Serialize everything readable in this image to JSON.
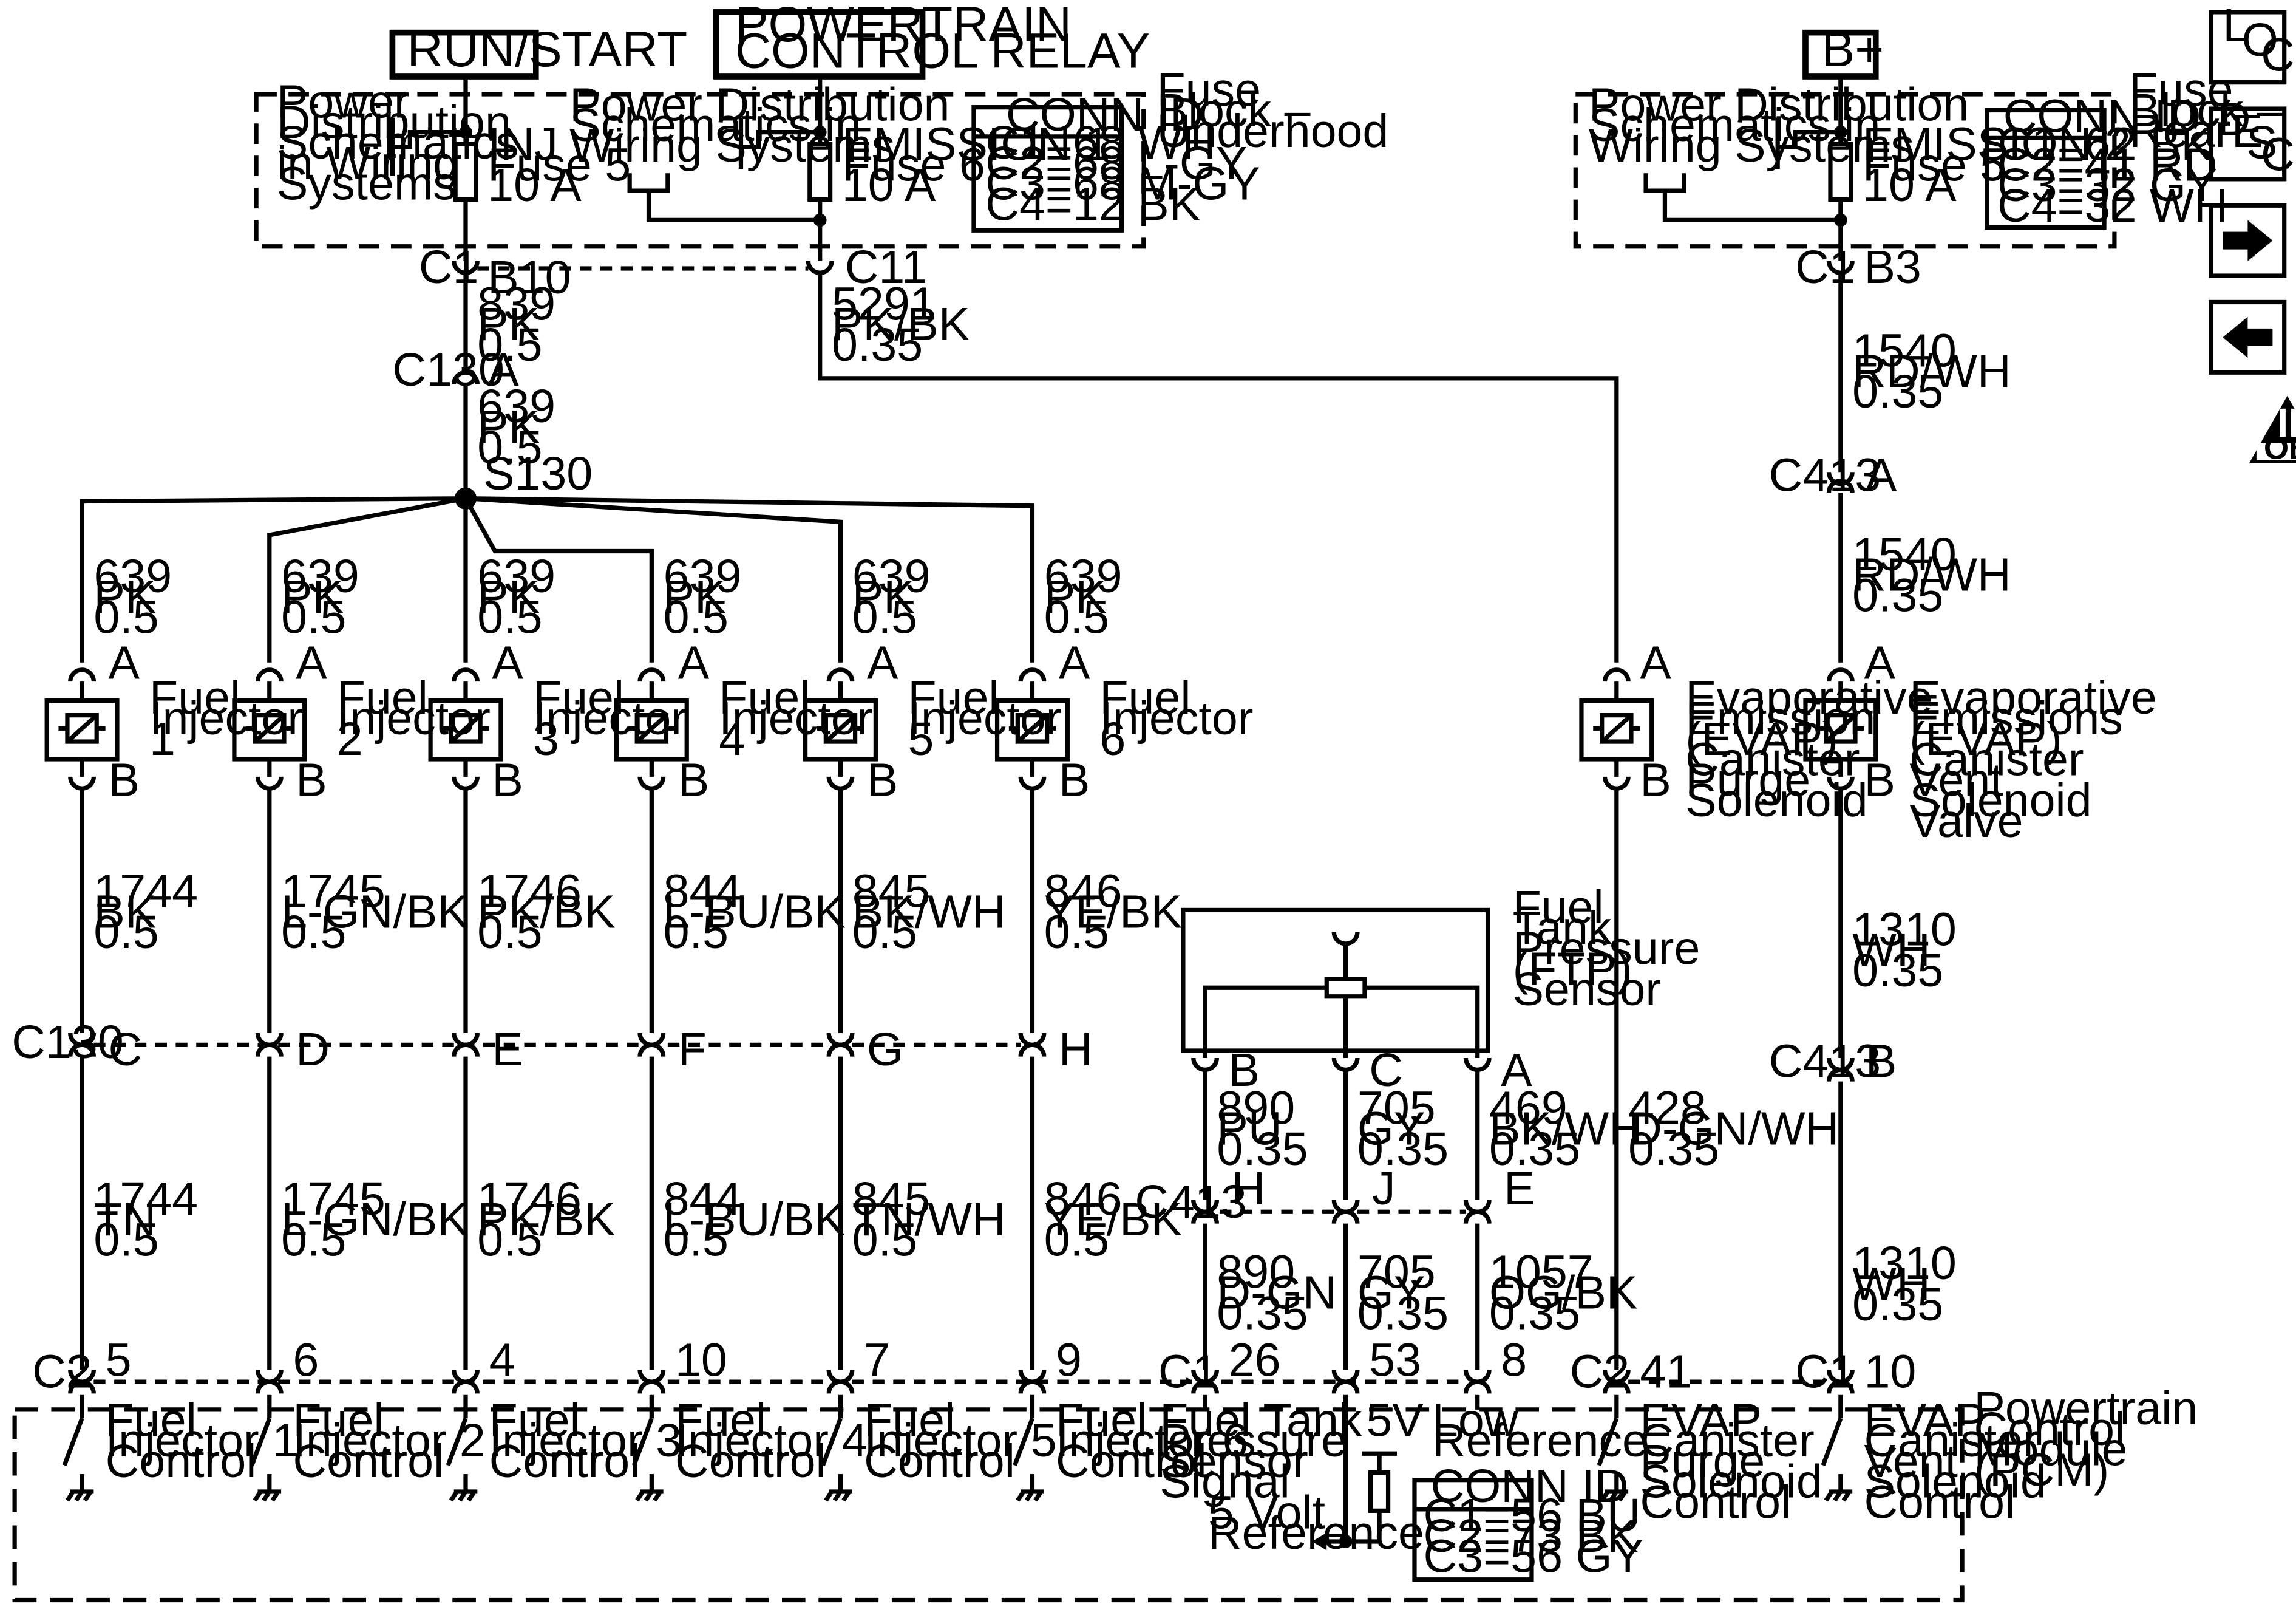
{
  "headers": {
    "run_start": "RUN/START",
    "relay_1": "POWERTRAIN",
    "relay_2": "CONTROL RELAY",
    "b_plus": "B+"
  },
  "fuse_block_underhood": {
    "title_1": "Fuse",
    "title_2": "Block –",
    "title_3": "Underhood",
    "pds_left": [
      "Power",
      "Distribution",
      "Schematics",
      "in Wiring",
      "Systems"
    ],
    "pds_right": [
      "Power Distribution",
      "Schematics in",
      "Wiring Systems"
    ],
    "inj_fuse": [
      "INJ",
      "Fuse 5",
      "10 A"
    ],
    "emission1_fuse": [
      "EMISSION 1",
      "Fuse 6",
      "10 A"
    ],
    "conn_title": "CONN ID",
    "conn_rows": [
      "C1=68 WH",
      "C2=68 L-GY",
      "C3=68 M-GY",
      "C4=12 BK"
    ]
  },
  "fuse_block_rear": {
    "title_1": "Fuse",
    "title_2": "Block –",
    "title_3": "Rear",
    "pds": [
      "Power Distribution",
      "Schematics in",
      "Wiring Systems"
    ],
    "emission2_fuse": [
      "EMISSION 2",
      "Fuse 5",
      "10 A"
    ],
    "conn_title": "CONN ID",
    "conn_rows": [
      "C1=62 BK",
      "C2=41 RD",
      "C3=32 GY",
      "C4=32 WH"
    ]
  },
  "connectors": {
    "c1": "C1",
    "b10": "B10",
    "c11": "C11",
    "c130": "C130",
    "a": "A",
    "s130": "S130",
    "c413": "C413",
    "b3": "B3",
    "c2": "C2",
    "b": "B",
    "c130_pins": [
      "C",
      "D",
      "E",
      "F",
      "G",
      "H"
    ],
    "c413_pins": [
      "H",
      "J",
      "E"
    ]
  },
  "wires": {
    "w839": [
      "839",
      "PK",
      "0.5"
    ],
    "w639": [
      "639",
      "PK",
      "0.5"
    ],
    "w5291": [
      "5291",
      "PK/BK",
      "0.35"
    ],
    "w1540": [
      "1540",
      "RD/WH",
      "0.35"
    ],
    "w428": [
      "428",
      "D-GN/WH",
      "0.35"
    ],
    "w1310": [
      "1310",
      "WH",
      "0.35"
    ]
  },
  "injectors": [
    {
      "name": [
        "Fuel",
        "Injector",
        "1"
      ],
      "pin_a": "A",
      "pin_b": "B",
      "feed": [
        "639",
        "PK",
        "0.5"
      ],
      "mid": [
        "1744",
        "BK",
        "0.5"
      ],
      "low": [
        "1744",
        "TN",
        "0.5"
      ],
      "pcm_pin": "5",
      "pcm_label": [
        "Fuel",
        "Injector 1",
        "Control"
      ]
    },
    {
      "name": [
        "Fuel",
        "Injector",
        "2"
      ],
      "pin_a": "A",
      "pin_b": "B",
      "feed": [
        "639",
        "PK",
        "0.5"
      ],
      "mid": [
        "1745",
        "L-GN/BK",
        "0.5"
      ],
      "low": [
        "1745",
        "L-GN/BK",
        "0.5"
      ],
      "pcm_pin": "6",
      "pcm_label": [
        "Fuel",
        "Injector 2",
        "Control"
      ]
    },
    {
      "name": [
        "Fuel",
        "Injector",
        "3"
      ],
      "pin_a": "A",
      "pin_b": "B",
      "feed": [
        "639",
        "PK",
        "0.5"
      ],
      "mid": [
        "1746",
        "PK/BK",
        "0.5"
      ],
      "low": [
        "1746",
        "PK/BK",
        "0.5"
      ],
      "pcm_pin": "4",
      "pcm_label": [
        "Fuel",
        "Injector 3",
        "Control"
      ]
    },
    {
      "name": [
        "Fuel",
        "Injector",
        "4"
      ],
      "pin_a": "A",
      "pin_b": "B",
      "feed": [
        "639",
        "PK",
        "0.5"
      ],
      "mid": [
        "844",
        "L-BU/BK",
        "0.5"
      ],
      "low": [
        "844",
        "L-BU/BK",
        "0.5"
      ],
      "pcm_pin": "10",
      "pcm_label": [
        "Fuel",
        "Injector 4",
        "Control"
      ]
    },
    {
      "name": [
        "Fuel",
        "Injector",
        "5"
      ],
      "pin_a": "A",
      "pin_b": "B",
      "feed": [
        "639",
        "PK",
        "0.5"
      ],
      "mid": [
        "845",
        "BK/WH",
        "0.5"
      ],
      "low": [
        "845",
        "TN/WH",
        "0.5"
      ],
      "pcm_pin": "7",
      "pcm_label": [
        "Fuel",
        "Injector 5",
        "Control"
      ]
    },
    {
      "name": [
        "Fuel",
        "Injector",
        "6"
      ],
      "pin_a": "A",
      "pin_b": "B",
      "feed": [
        "639",
        "PK",
        "0.5"
      ],
      "mid": [
        "846",
        "YE/BK",
        "0.5"
      ],
      "low": [
        "846",
        "YE/BK",
        "0.5"
      ],
      "pcm_pin": "9",
      "pcm_label": [
        "Fuel",
        "Injector 6",
        "Control"
      ]
    }
  ],
  "evap_purge": {
    "name": [
      "Evaporative",
      "Emission",
      "(EVAP)",
      "Canister",
      "Purge",
      "Solenoid"
    ],
    "pcm_pin": "41",
    "pcm_label": [
      "EVAP",
      "Canister",
      "Purge",
      "Solenoid",
      "Control"
    ]
  },
  "evap_vent": {
    "name": [
      "Evaporative",
      "Emissions",
      "(EVAP)",
      "Canister",
      "Vent",
      "Solenoid",
      "Valve"
    ],
    "pcm_pin": "10",
    "pcm_label": [
      "EVAP",
      "Canister",
      "Vent",
      "Solenoid",
      "Control"
    ]
  },
  "ftp_sensor": {
    "name": [
      "Fuel",
      "Tank",
      "Pressure",
      "(FTP)",
      "Sensor"
    ],
    "pins": [
      "B",
      "C",
      "A"
    ],
    "upper_wires": [
      [
        "890",
        "PU",
        "0.35"
      ],
      [
        "705",
        "GY",
        "0.35"
      ],
      [
        "469",
        "BK/WH",
        "0.35"
      ]
    ],
    "lower_wires": [
      [
        "890",
        "D-GN",
        "0.35"
      ],
      [
        "705",
        "GY",
        "0.35"
      ],
      [
        "1057",
        "OG/BK",
        "0.35"
      ]
    ],
    "pcm_pins": [
      "26",
      "53",
      "8"
    ]
  },
  "pcm": {
    "title": [
      "Powertrain",
      "Control",
      "Module",
      "(PCM)"
    ],
    "ftp_signal": [
      "Fuel Tank",
      "Pressure",
      "Sensor",
      "Signal"
    ],
    "low_ref": [
      "Low",
      "Reference"
    ],
    "five_v": "5V",
    "five_v_ref": [
      "5 Volt",
      "Reference"
    ],
    "conn_title": "CONN ID",
    "conn_rows": [
      "C1=56 BU",
      "C2=73 BK",
      "C3=56 GY"
    ]
  },
  "nav": {
    "loc": [
      "L",
      "O",
      "C"
    ],
    "desc": [
      "D",
      "E",
      "S",
      "C"
    ],
    "obd": "OBD II",
    "obd_numeral": "II"
  }
}
